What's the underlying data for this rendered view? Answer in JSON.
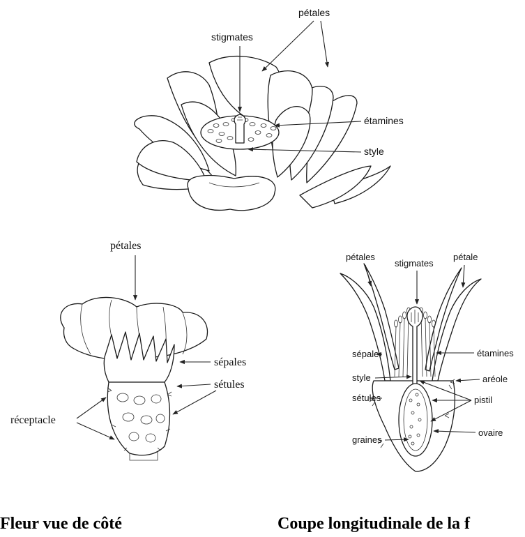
{
  "top_flower": {
    "labels": {
      "petales": "pétales",
      "stigmates": "stigmates",
      "etamines": "étamines",
      "style": "style"
    }
  },
  "side_flower": {
    "labels": {
      "petales": "pétales",
      "sepales": "sépales",
      "setules": "sétules",
      "receptacle": "réceptacle"
    },
    "caption": "Fleur vue de côté"
  },
  "section": {
    "labels": {
      "petales": "pétales",
      "stigmates": "stigmates",
      "petale": "pétale",
      "sepale": "sépale",
      "etamines": "étamines",
      "style": "style",
      "areole": "aréole",
      "setules": "sétules",
      "pistil": "pistil",
      "ovaire": "ovaire",
      "graines": "graines"
    },
    "caption": "Coupe longitudinale de la f"
  }
}
